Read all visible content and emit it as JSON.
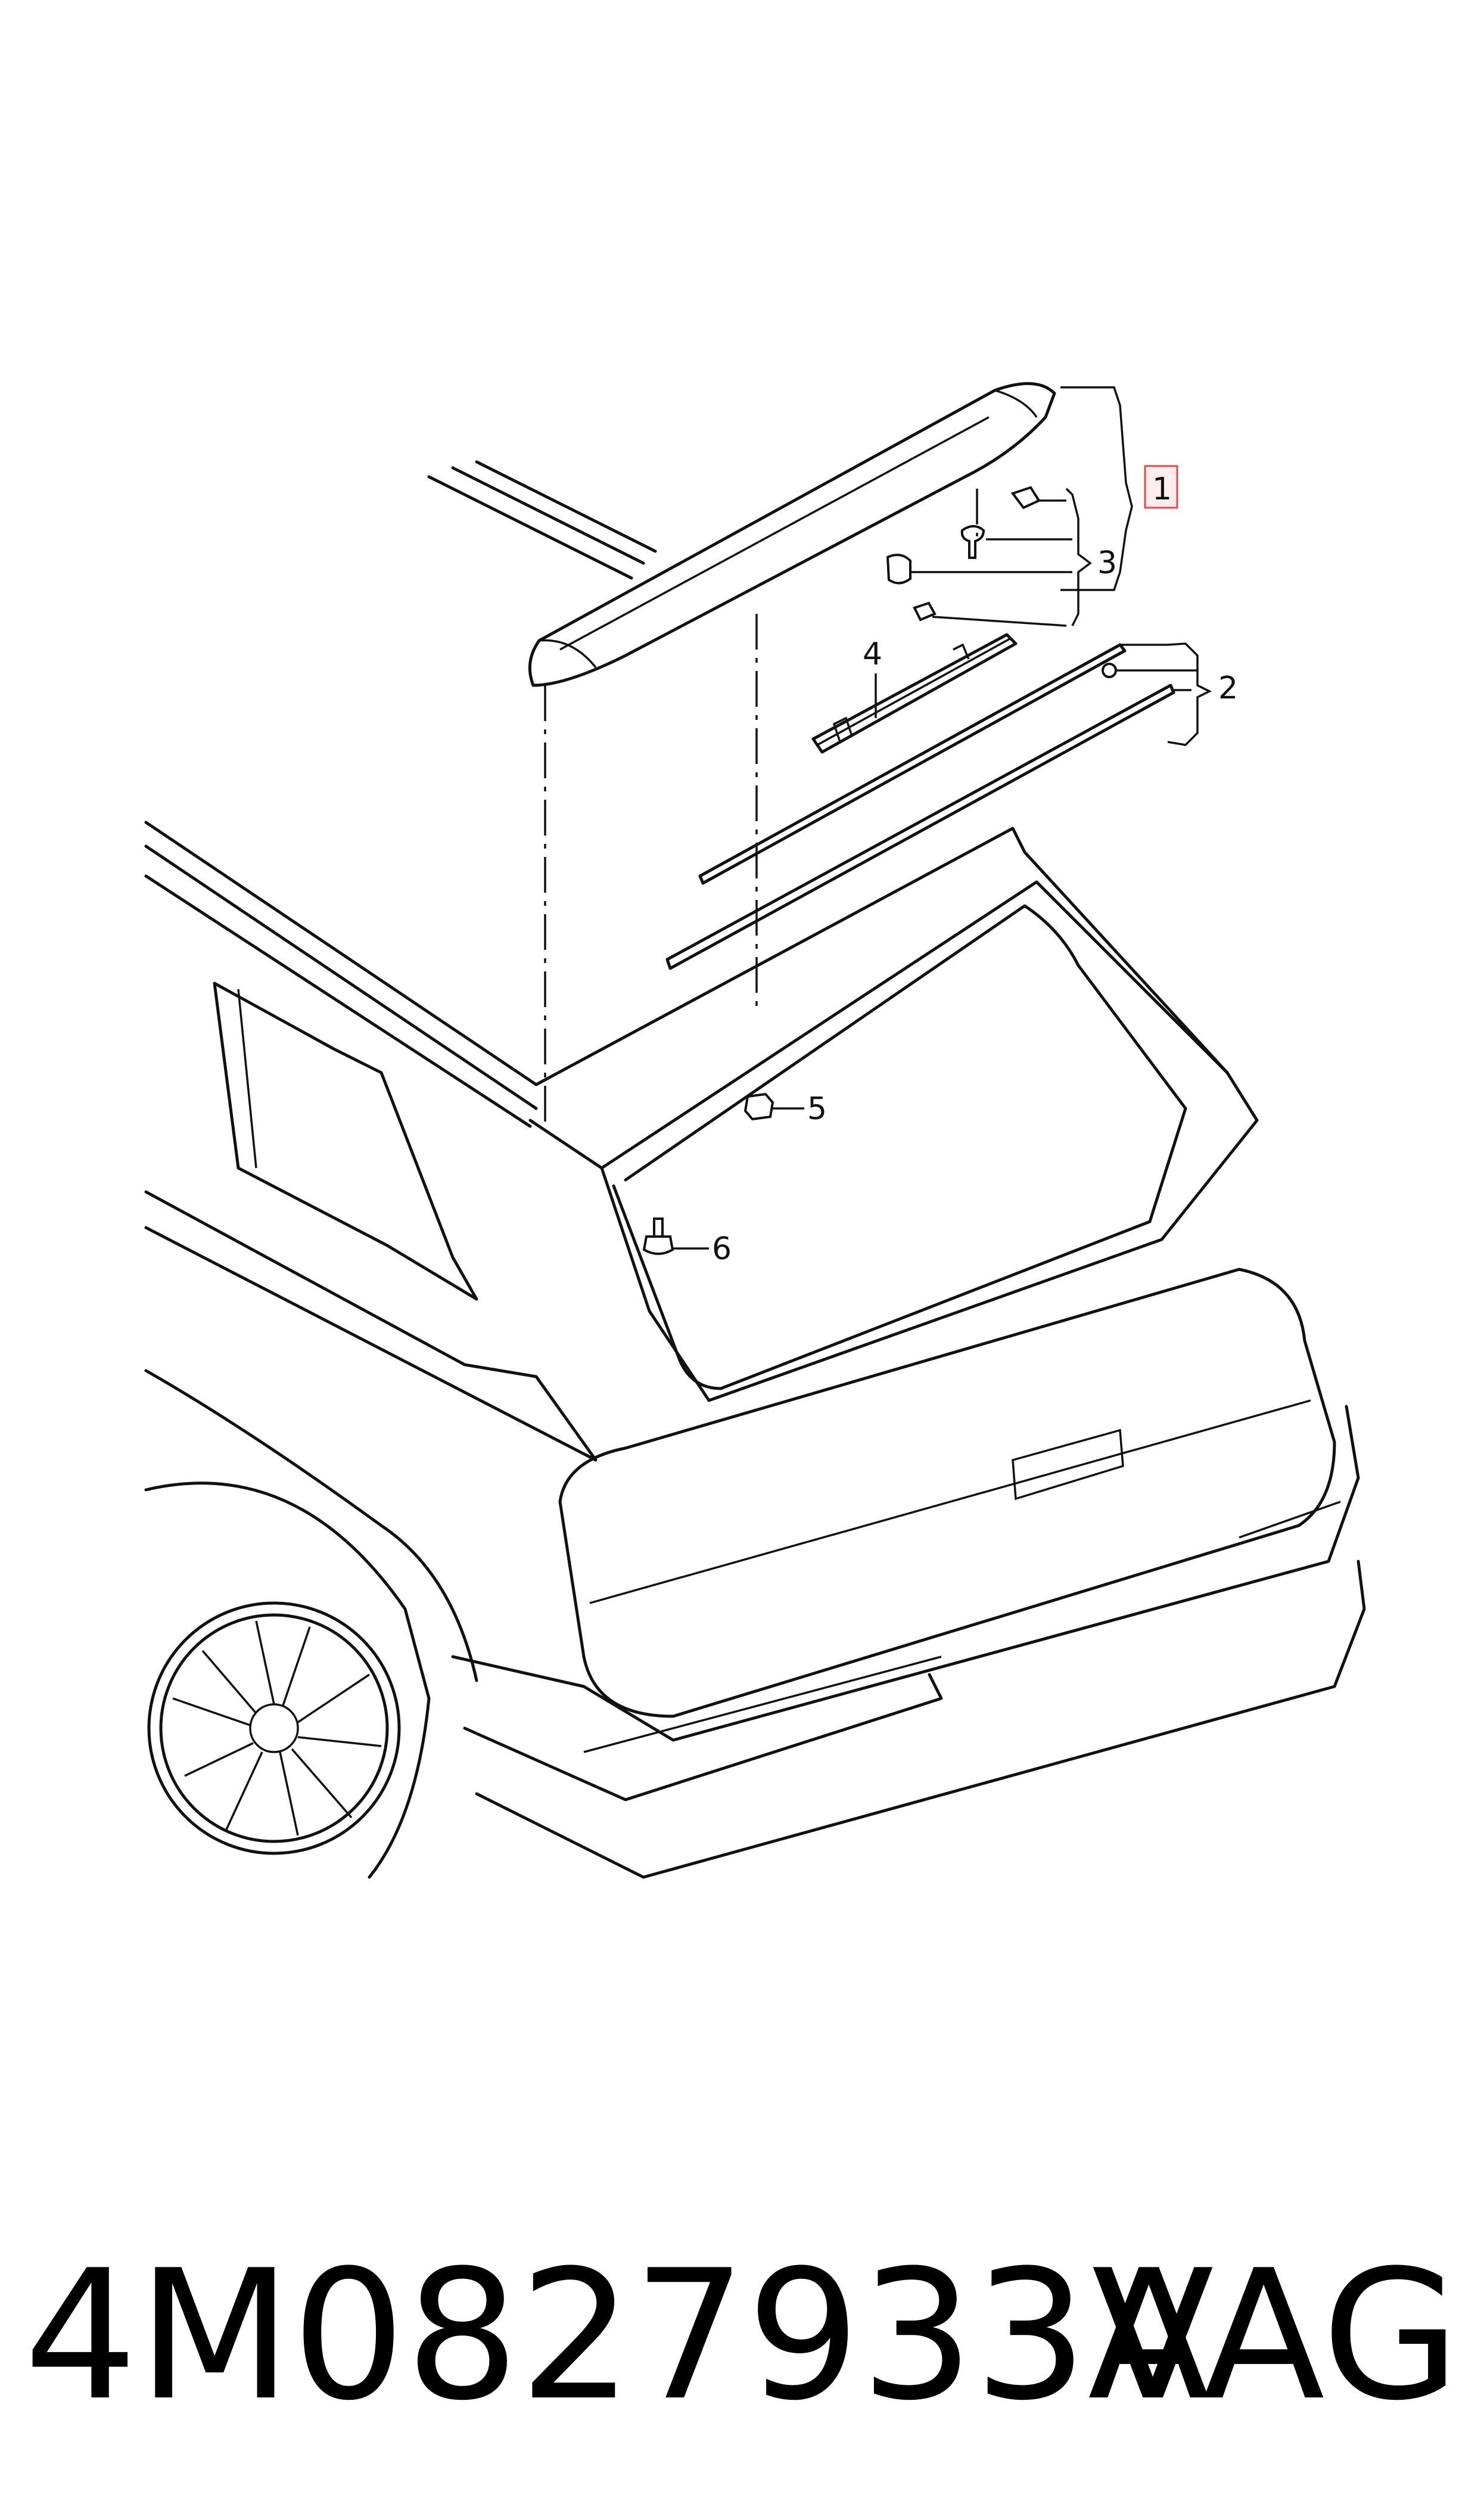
{
  "diagram": {
    "callouts": [
      "1",
      "2",
      "3",
      "4",
      "5",
      "6"
    ],
    "highlighted_callout": "1"
  },
  "footer": {
    "part_number": "4M0827933A",
    "brand": "VAG"
  },
  "colors": {
    "line": "#111111",
    "highlight_border": "#e24a4a",
    "highlight_fill": "#ffecec",
    "background": "#ffffff"
  }
}
